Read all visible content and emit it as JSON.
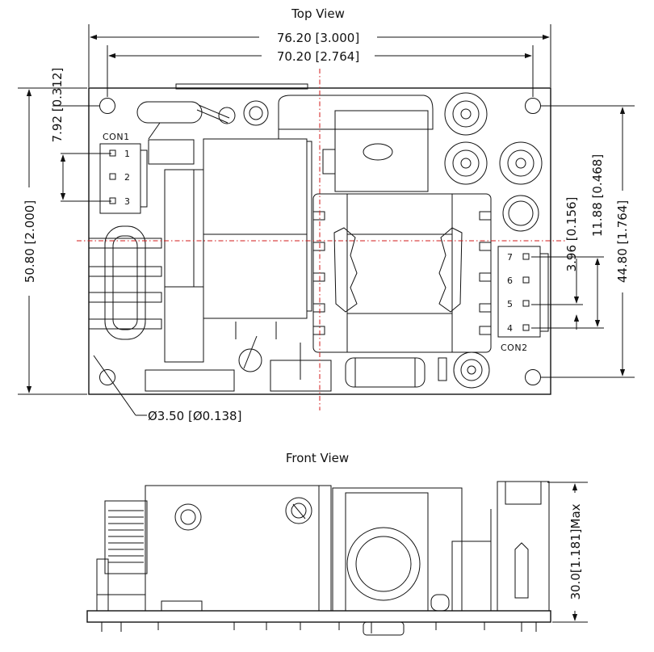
{
  "views": {
    "top_title": "Top View",
    "front_title": "Front View"
  },
  "dimensions": {
    "overall_width": "76.20 [3.000]",
    "hole_pitch_x": "70.20 [2.764]",
    "hole_offset_top": "7.92 [0.312]",
    "overall_height": "50.80 [2.000]",
    "hole_pitch_y": "44.80 [1.764]",
    "con2_span": "11.88 [0.468]",
    "con2_offset": "3.96 [0.156]",
    "hole_diameter": "Ø3.50 [Ø0.138]",
    "max_height": "30.0[1.181]Max"
  },
  "connectors": {
    "con1": {
      "label": "CON1",
      "pins": [
        "1",
        "2",
        "3"
      ]
    },
    "con2": {
      "label": "CON2",
      "pins": [
        "7",
        "6",
        "5",
        "4"
      ]
    }
  },
  "colors": {
    "line": "#111111",
    "centerline": "#d11a1a"
  }
}
